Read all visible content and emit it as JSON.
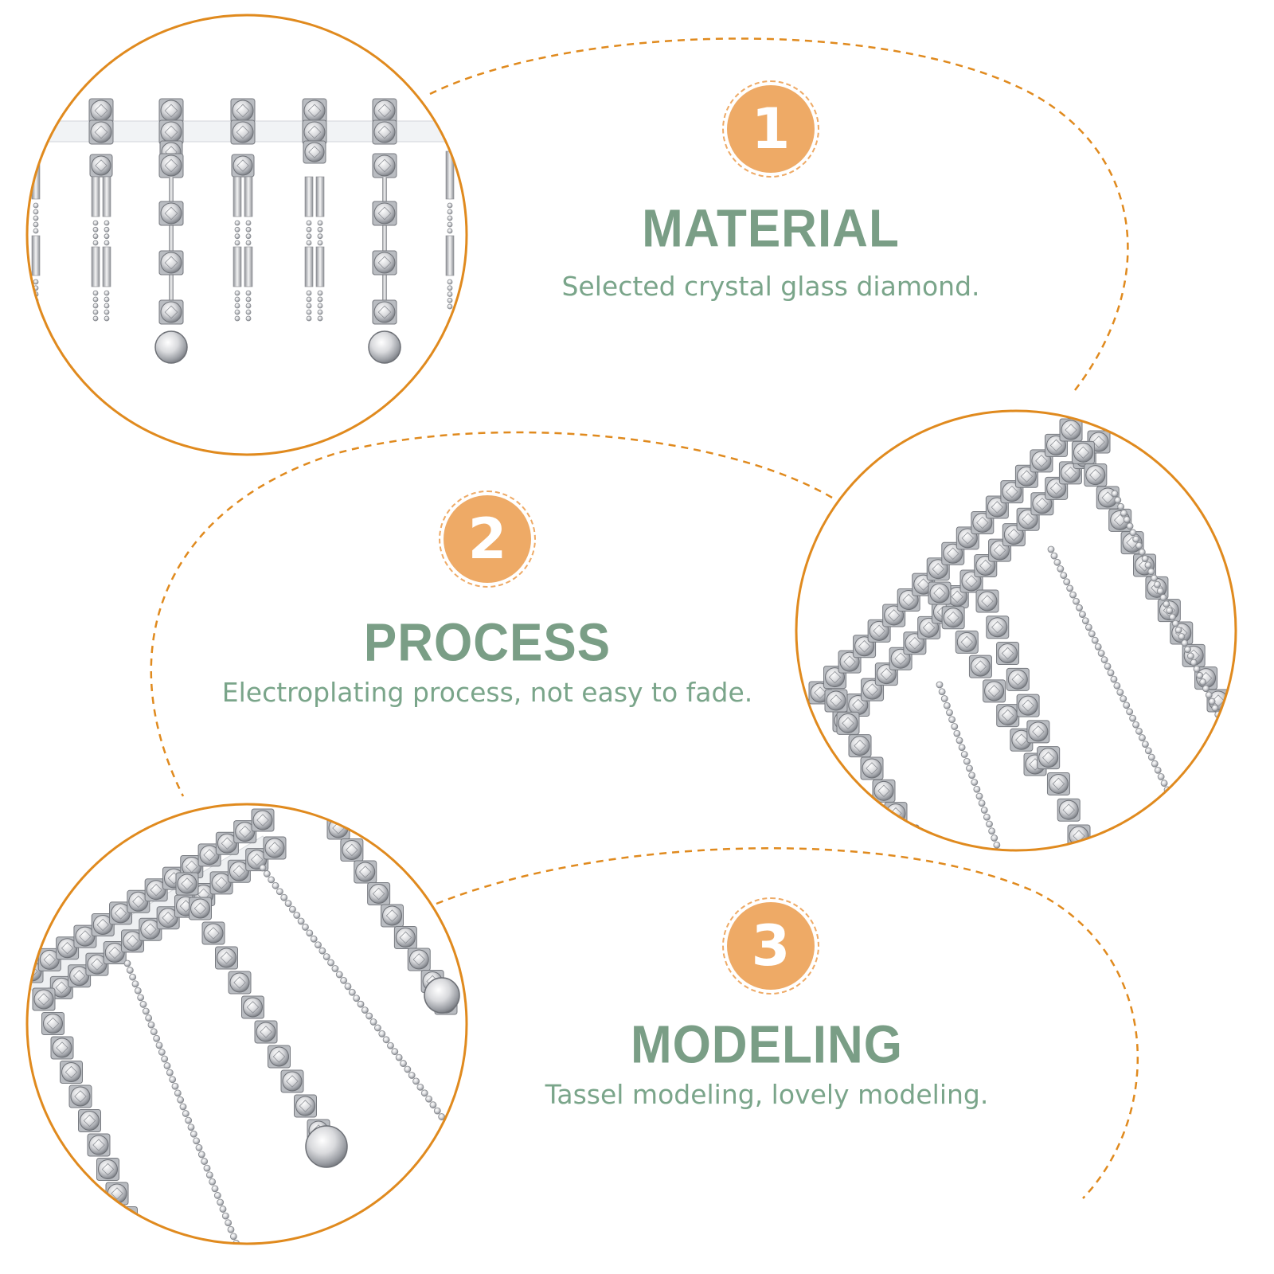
{
  "colors": {
    "accent": "#e08a1e",
    "badge": "#eeaa66",
    "title": "#7a9e86",
    "text": "#7aa58a"
  },
  "features": [
    {
      "number": "1",
      "title": "MATERIAL",
      "description": "Selected crystal glass diamond."
    },
    {
      "number": "2",
      "title": "PROCESS",
      "description": "Electroplating process, not easy to fade."
    },
    {
      "number": "3",
      "title": "MODELING",
      "description": "Tassel modeling, lovely modeling."
    }
  ],
  "images": [
    {
      "name": "tassel-fringe-closeup"
    },
    {
      "name": "rhinestone-chain-closeup"
    },
    {
      "name": "rhinestone-tassel-closeup"
    }
  ]
}
